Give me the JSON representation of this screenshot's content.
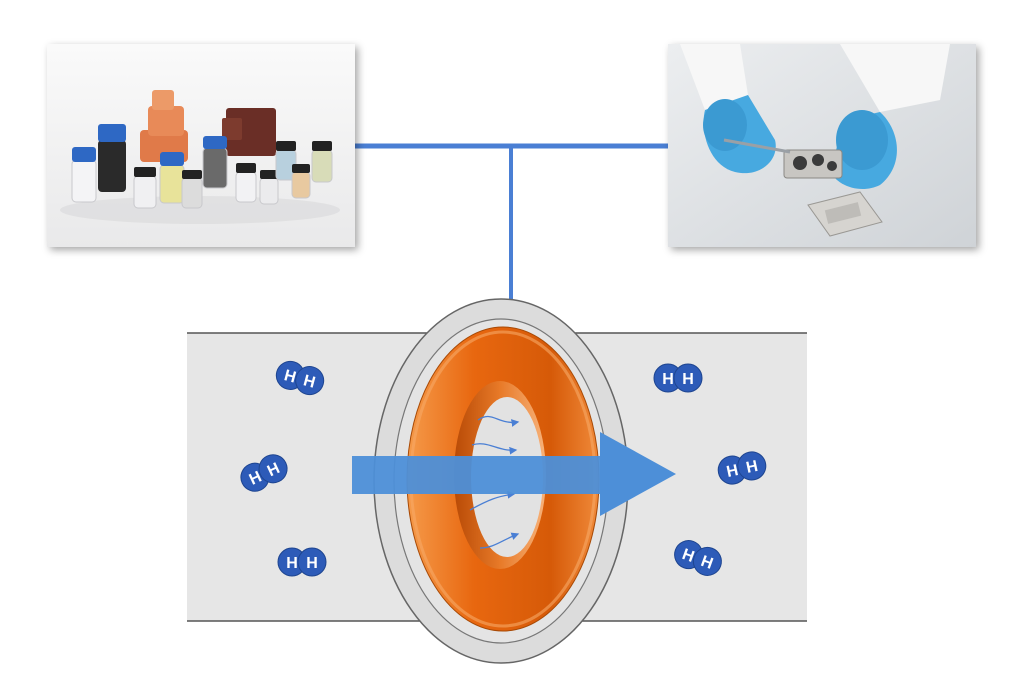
{
  "colors": {
    "background": "#ffffff",
    "connector_line": "#4a7fd4",
    "flow_arrow": "#4d8fd8",
    "pipe_fill": "#e6e6e6",
    "pipe_stroke": "#555555",
    "membrane_orange": "#e8670f",
    "molecule_blue": "#2d5bb8",
    "molecule_text": "#ffffff"
  },
  "photos": {
    "left": {
      "icon": "sample-vials-photo",
      "subject": "glass sample vials with blue caps and stacked membrane blocks"
    },
    "right": {
      "icon": "gloved-hands-photo",
      "subject": "gloved hands handling a membrane sample holder with tweezers"
    }
  },
  "molecules": [
    {
      "label": "H H",
      "side": "left"
    },
    {
      "label": "H H",
      "side": "left"
    },
    {
      "label": "H H",
      "side": "left"
    },
    {
      "label": "H H",
      "side": "right"
    },
    {
      "label": "H H",
      "side": "right"
    },
    {
      "label": "H H",
      "side": "right"
    }
  ]
}
